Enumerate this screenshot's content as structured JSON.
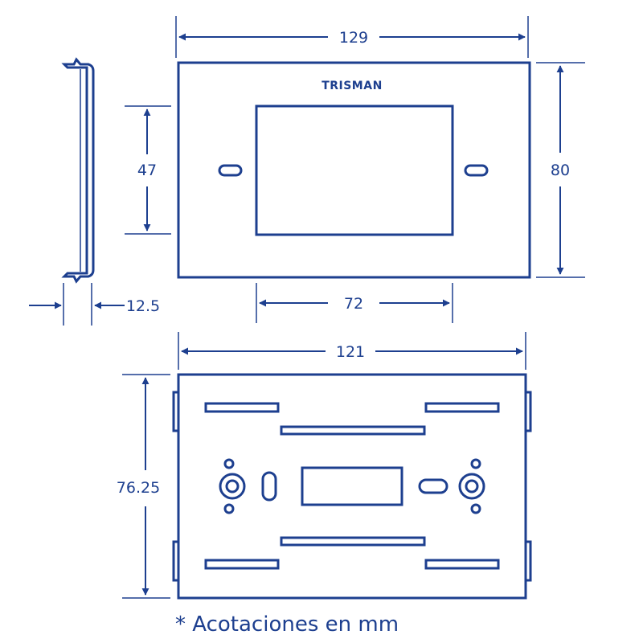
{
  "brand": "TRISMAN",
  "dimensions": {
    "front_width": "129",
    "front_height": "80",
    "window_height": "47",
    "window_width": "72",
    "depth": "12.5",
    "back_width": "121",
    "back_height": "76.25"
  },
  "footnote": "* Acotaciones en mm",
  "colors": {
    "line": "#1d3f8f",
    "background": "#ffffff"
  }
}
